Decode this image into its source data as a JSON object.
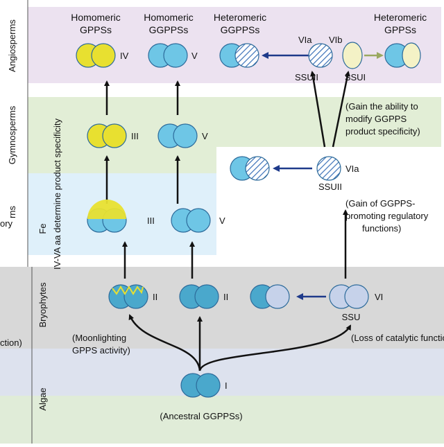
{
  "colors": {
    "yellow": "#e8e030",
    "blue": "#6ec6e6",
    "blue_dark": "#4aa8cc",
    "pale_blue": "#c6d2ea",
    "pale_yellow": "#f4f2c6",
    "hatch": "#3a70b8",
    "arrow_black": "#111111",
    "arrow_navy": "#1e3a8a",
    "arrow_olive": "#9aa860",
    "band_angio": "#ece2f0",
    "band_gymno": "#e2eed6",
    "band_fern": "#dff0fa",
    "band_bryo": "#d8d8d8",
    "band_algae_top": "#dde2ee",
    "band_algae_bottom": "#e0ecd8"
  },
  "bands": {
    "angiosperms": "Angiosperms",
    "gymnosperms": "Gymnosperms",
    "ferns": "Fe",
    "ferns_fragment": "rns",
    "bryophytes": "Bryophytes",
    "algae": "Algae"
  },
  "headers": {
    "homomeric_gpps_1": "Homomeric",
    "homomeric_gpps_2": "GPPSs",
    "homomeric_ggpps_1": "Homomeric",
    "homomeric_ggpps_2": "GGPPSs",
    "heteromeric_ggpps_1": "Heteromeric",
    "heteromeric_ggpps_2": "GGPPSs",
    "heteromeric_gpps_1": "Heteromeric",
    "heteromeric_gpps_2": "GPPSs"
  },
  "enzyme_labels": {
    "iv": "IV",
    "v": "V",
    "iii": "III",
    "ii": "II",
    "vi": "VI",
    "via": "VIa",
    "vib": "VIb",
    "i": "I",
    "ssu": "SSU",
    "ssuii": "SSUII",
    "ssuii_top": "SSUII",
    "ssui_top": "SSUI"
  },
  "annotations": {
    "gain_modify_1": "(Gain the ability to",
    "gain_modify_2": "modify GGPPS",
    "gain_modify_3": "product specificity)",
    "gain_promoting_1": "(Gain of GGPPS-",
    "gain_promoting_2": "promoting regulatory",
    "gain_promoting_3": "functions)",
    "moonlighting_1": "(Moonlighting",
    "moonlighting_2": "GPPS activity)",
    "loss_catalytic": "(Loss of catalytic function)",
    "ancestral": "(Ancestral GGPPSs)",
    "side_vertical": "IV-VA aa determine product specificity",
    "left_fragment_1": "ory",
    "left_fragment_2": "ction)"
  }
}
